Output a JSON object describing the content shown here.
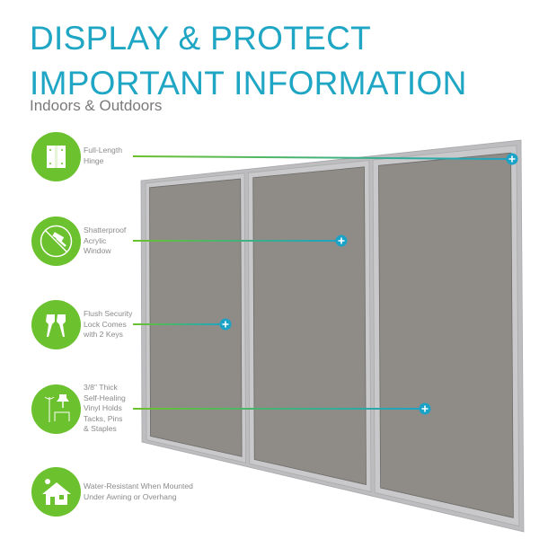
{
  "header": {
    "title_line1": "DISPLAY & PROTECT",
    "title_line2": "IMPORTANT INFORMATION",
    "subtitle": "Indoors & Outdoors"
  },
  "features": [
    {
      "icon": "hinge-icon",
      "text": "Full-Length\nHinge"
    },
    {
      "icon": "shatterproof-icon",
      "text": "Shatterproof\nAcrylic\nWindow"
    },
    {
      "icon": "keys-icon",
      "text": "Flush Security\nLock Comes\nwith 2 Keys"
    },
    {
      "icon": "pushpin-icon",
      "text": "3/8\" Thick\nSelf-Healing\nVinyl Holds\nTacks, Pins\n& Staples"
    },
    {
      "icon": "house-weather-icon",
      "text": "Water-Resistant When Mounted\nUnder Awning or Overhang"
    }
  ],
  "colors": {
    "title": "#1fa6c4",
    "green": "#6cc12e",
    "teal": "#1aa3c6",
    "felt": "#8f8c87",
    "frame": "#c9c9cb"
  }
}
